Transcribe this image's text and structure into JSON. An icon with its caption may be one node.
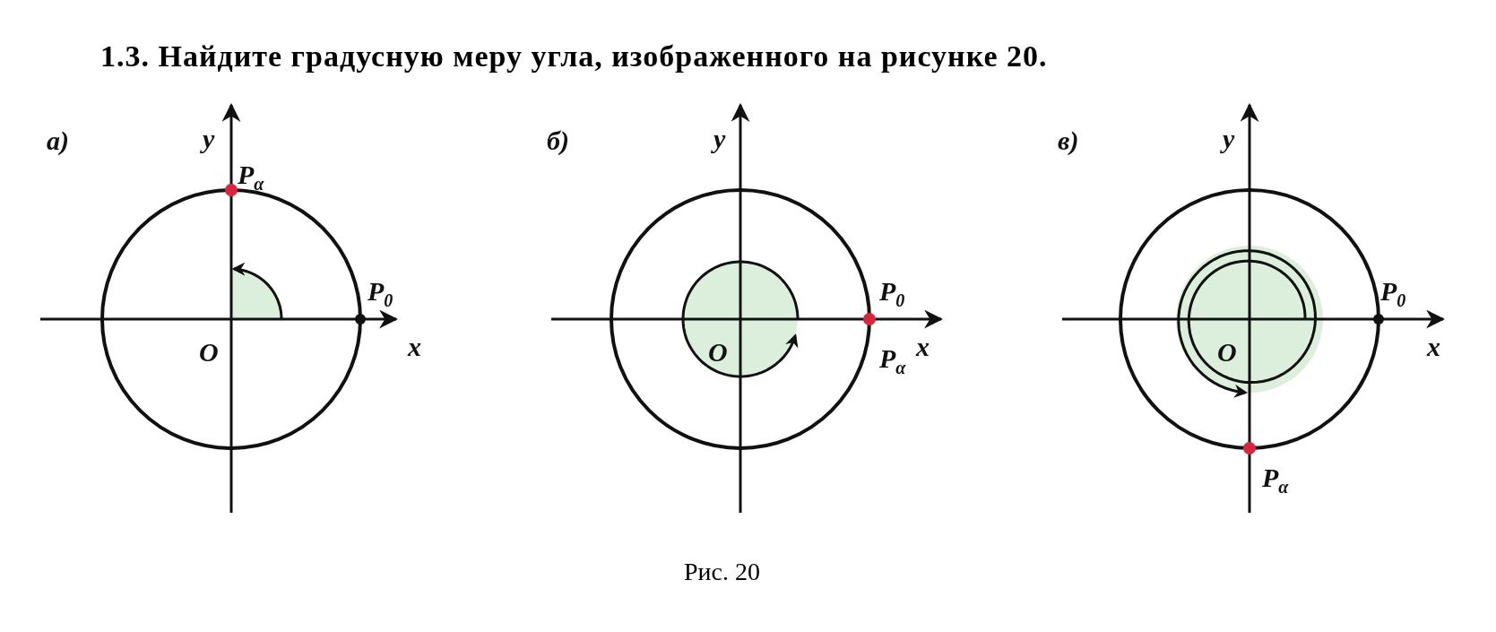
{
  "diagram": {
    "title": "1.3. Найдите градусную меру угла, изображенного на рисунке 20.",
    "caption": "Рис. 20",
    "labels": [
      "а)",
      "y",
      "P$_{α}$",
      "P$_{0}$",
      "O",
      "x",
      "б)",
      "y",
      "P$_{0}$",
      "O",
      "P$_{α}$",
      "x",
      "в)",
      "y",
      "P$_{0}$",
      "O",
      "x",
      "P$_{α}$"
    ]
  }
}
